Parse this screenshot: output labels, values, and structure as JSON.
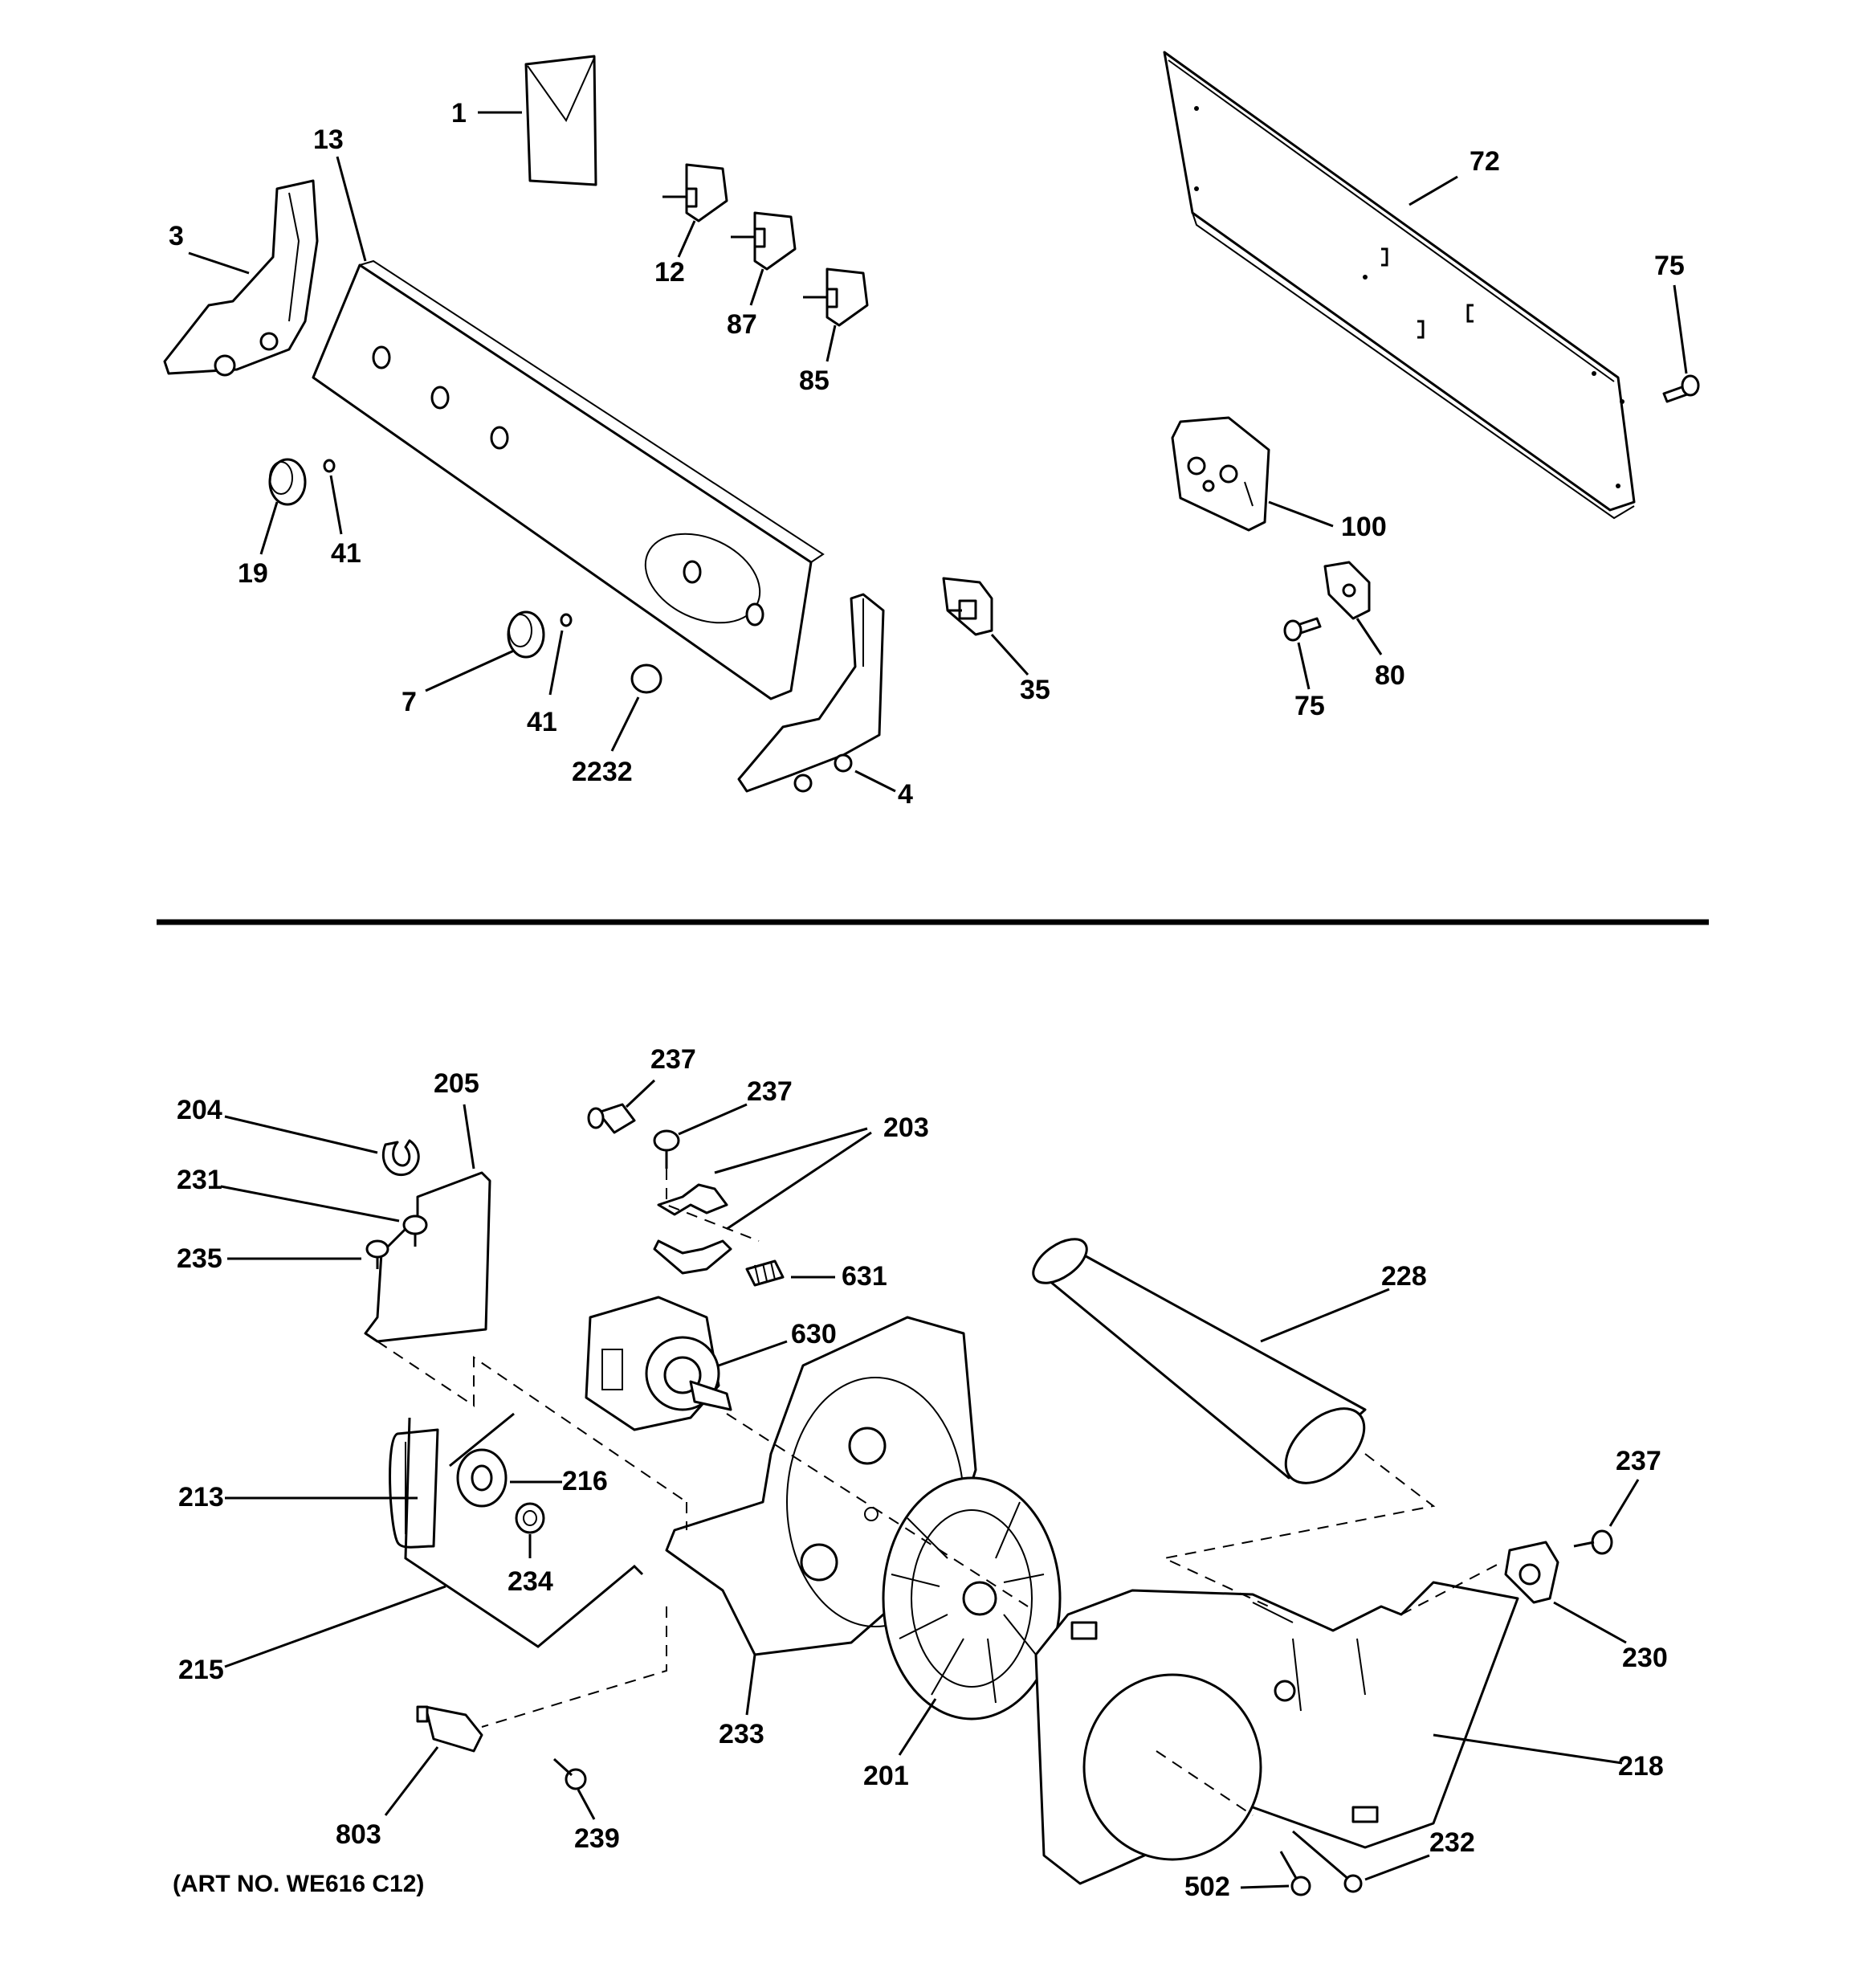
{
  "callouts": {
    "c1": "1",
    "c13": "13",
    "c3": "3",
    "c12": "12",
    "c87": "87",
    "c85": "85",
    "c72": "72",
    "c75a": "75",
    "c100": "100",
    "c19": "19",
    "c41a": "41",
    "c7": "7",
    "c41b": "41",
    "c2232": "2232",
    "c4": "4",
    "c35": "35",
    "c75b": "75",
    "c80": "80",
    "c237a": "237",
    "c237b": "237",
    "c203": "203",
    "c205": "205",
    "c204": "204",
    "c231": "231",
    "c235": "235",
    "c631": "631",
    "c630": "630",
    "c228": "228",
    "c237c": "237",
    "c213": "213",
    "c216": "216",
    "c234": "234",
    "c215": "215",
    "c233": "233",
    "c230": "230",
    "c201": "201",
    "c218": "218",
    "c803": "803",
    "c239": "239",
    "c232": "232",
    "c502": "502"
  },
  "art_number": "(ART NO. WE616 C12)"
}
